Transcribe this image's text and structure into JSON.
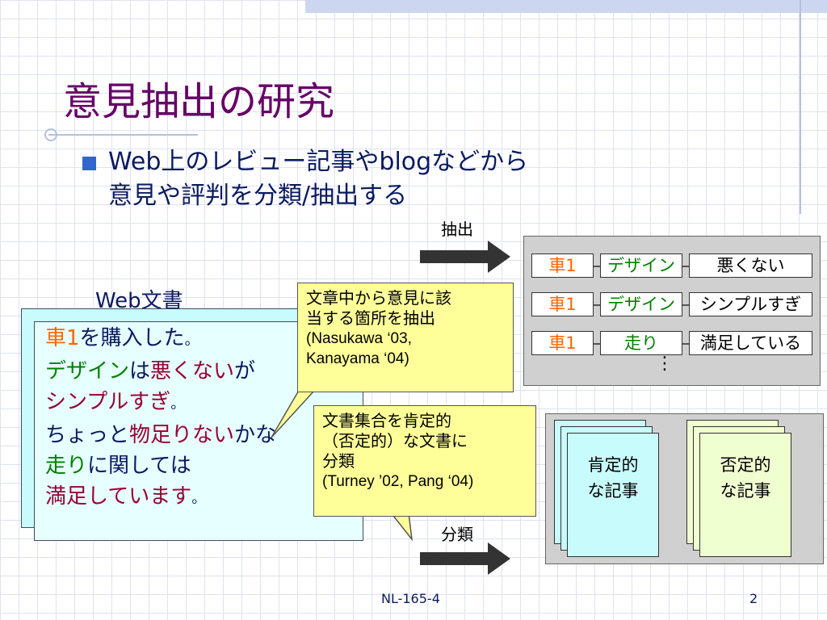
{
  "slide": {
    "title": "意見抽出の研究",
    "bullet_line1": "Web上のレビュー記事やblogなどから",
    "bullet_line2": "意見や評判を分類/抽出する",
    "label_extract": "抽出",
    "label_classify": "分類",
    "webdoc_label": "Web文書"
  },
  "document": {
    "l1_a": "車1",
    "l1_b": "を購入した",
    "l1_c": "。",
    "l2_a": "デザイン",
    "l2_b": "は",
    "l2_c": "悪くない",
    "l2_d": "が",
    "l3_a": "シンプルすぎ",
    "l3_b": "。",
    "l4_a": "ちょっと",
    "l4_b": "物足りない",
    "l4_c": "かな",
    "l5_a": "走り",
    "l5_b": "に関しては",
    "l6_a": "満足しています",
    "l6_b": "。"
  },
  "extraction_table": {
    "rows": [
      {
        "target": "車1",
        "aspect": "デザイン",
        "opinion": "悪くない"
      },
      {
        "target": "車1",
        "aspect": "デザイン",
        "opinion": "シンプルすぎ"
      },
      {
        "target": "車1",
        "aspect": "走り",
        "opinion": "満足している"
      }
    ],
    "ellipsis": "⋮"
  },
  "classification": {
    "positive_l1": "肯定的",
    "positive_l2": "な記事",
    "negative_l1": "否定的",
    "negative_l2": "な記事"
  },
  "callout_extract": {
    "line1": "文章中から意見に該",
    "line2": "当する箇所を抽出",
    "line3": "(Nasukawa ‘03,",
    "line4": " Kanayama ‘04)"
  },
  "callout_classify": {
    "line1": "文書集合を肯定的",
    "line2": "（否定的）な文書に",
    "line3": "分類",
    "line4": "(Turney ’02, Pang ‘04)"
  },
  "footer": {
    "label": "NL-165-4",
    "page": "2"
  },
  "colors": {
    "title": "#660066",
    "bullet": "#3366cc",
    "callout": "#ffff99",
    "doc": "#e6ffff",
    "panel": "#d0d0d0"
  }
}
